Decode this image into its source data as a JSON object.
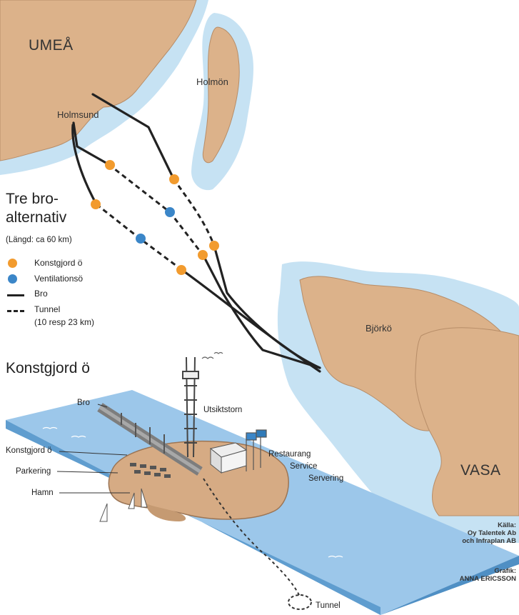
{
  "places": {
    "umea": "UMEÅ",
    "holmon": "Holmön",
    "holmsund": "Holmsund",
    "bjorko": "Björkö",
    "vasa": "VASA"
  },
  "legend": {
    "title_line1": "Tre bro-",
    "title_line2": "alternativ",
    "subtitle": "(Längd: ca 60 km)",
    "items": [
      {
        "label": "Konstgjord ö",
        "color": "#f29b2e",
        "symbol": "dot"
      },
      {
        "label": "Ventilationsö",
        "color": "#3b86c8",
        "symbol": "dot"
      },
      {
        "label": "Bro",
        "symbol": "line"
      },
      {
        "label": "Tunnel",
        "symbol": "dashed-line"
      }
    ],
    "tunnel_note": "(10 resp 23 km)"
  },
  "inset": {
    "title": "Konstgjord ö",
    "labels": {
      "bro": "Bro",
      "utsiktstorn": "Utsiktstorn",
      "konstgjord_o": "Konstgjord ö",
      "parkering": "Parkering",
      "hamn": "Hamn",
      "restaurang": "Restaurang",
      "service": "Service",
      "servering": "Servering",
      "tunnel": "Tunnel"
    }
  },
  "credits": {
    "source_line1": "Källa:",
    "source_line2": "Oy Talentek Ab",
    "source_line3": "och Infraplan AB",
    "graphic_line1": "Grafik:",
    "graphic_line2": "ANNA ERICSSON"
  },
  "colors": {
    "land": "#dcb28a",
    "shallow_water": "#c6e2f3",
    "sea": "#ffffff",
    "artificial_island": "#f29b2e",
    "ventilation_island": "#3b86c8",
    "route": "#222222",
    "inset_water": "#9cc7ea"
  }
}
